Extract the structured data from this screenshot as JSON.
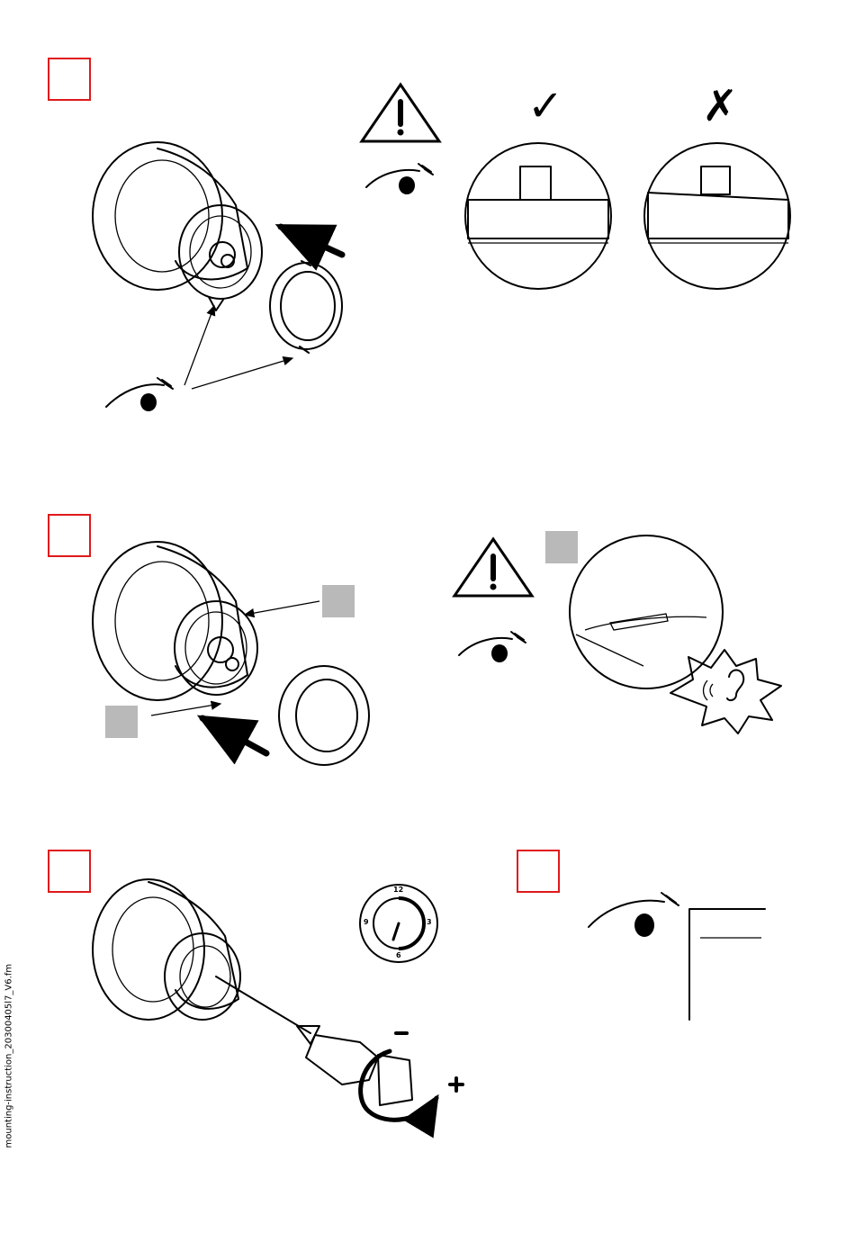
{
  "footer": {
    "filename": "mounting-instruction_20300405l7_V6.fm"
  },
  "step2": {
    "check_mark": "✓",
    "cross_mark": "✗"
  },
  "step4": {
    "dial": {
      "top": "12",
      "right": "3",
      "bottom": "6",
      "left": "9"
    },
    "minus": "−",
    "plus": "+"
  },
  "colors": {
    "step_box": "#e0191a",
    "placeholder_box": "#b9b9b9",
    "line": "#000000"
  }
}
